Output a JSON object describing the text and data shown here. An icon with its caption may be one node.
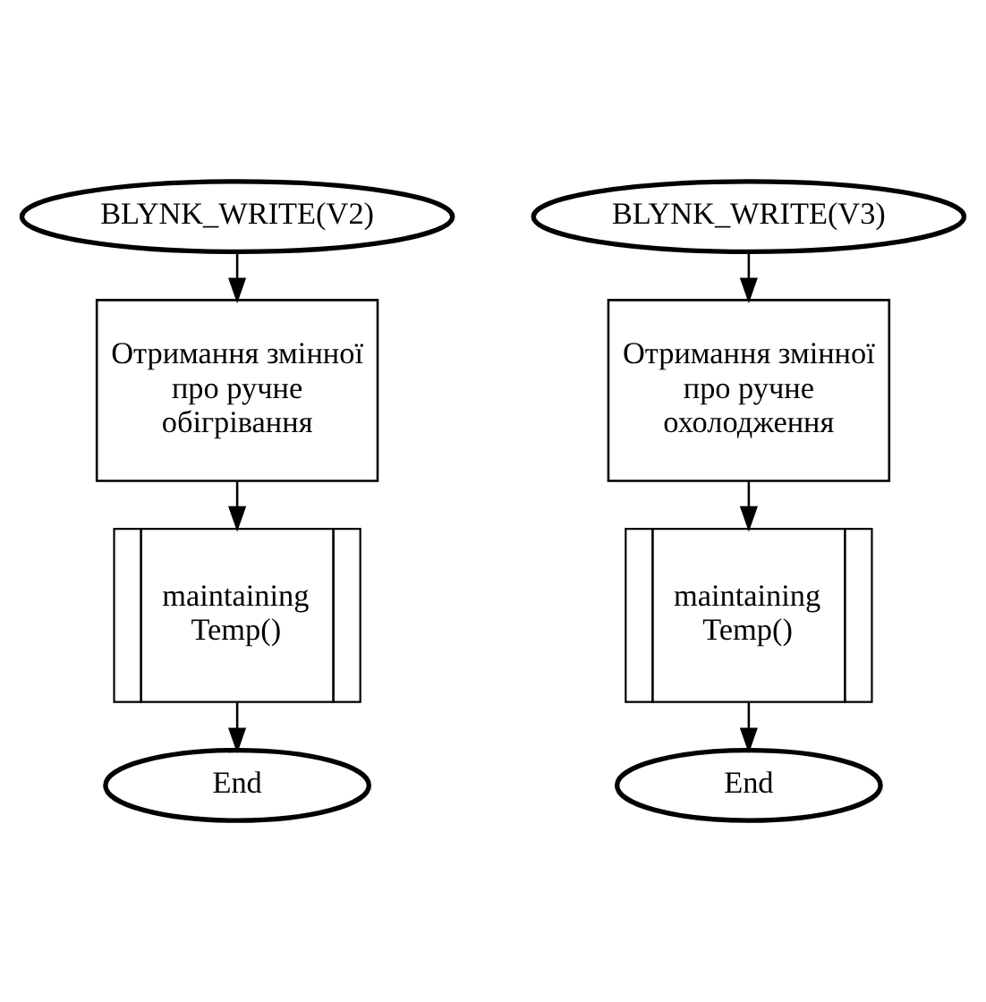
{
  "diagram": {
    "nodes": [
      {
        "text": [
          "BLYNK_WRITE(V2)"
        ]
      },
      {
        "text": [
          "Отримання змінної про ручне обігрівання"
        ]
      },
      {
        "text": [
          "maintaining Temp()"
        ]
      },
      {
        "text": [
          "End"
        ]
      },
      {
        "text": [
          "BLYNK_WRITE(V3)"
        ]
      },
      {
        "text": [
          "Отримання змінної про ручне охолодження"
        ]
      },
      {
        "text": [
          "maintaining Temp()"
        ]
      },
      {
        "text": [
          "End"
        ]
      }
    ],
    "edges": [
      {
        "from": 0,
        "to": 1,
        "arrow": "to"
      },
      {
        "from": 1,
        "to": 2,
        "arrow": "to"
      },
      {
        "from": 2,
        "to": 3,
        "arrow": "to"
      },
      {
        "from": 4,
        "to": 5,
        "arrow": "to"
      },
      {
        "from": 5,
        "to": 6,
        "arrow": "to"
      },
      {
        "from": 6,
        "to": 7,
        "arrow": "to"
      }
    ]
  }
}
